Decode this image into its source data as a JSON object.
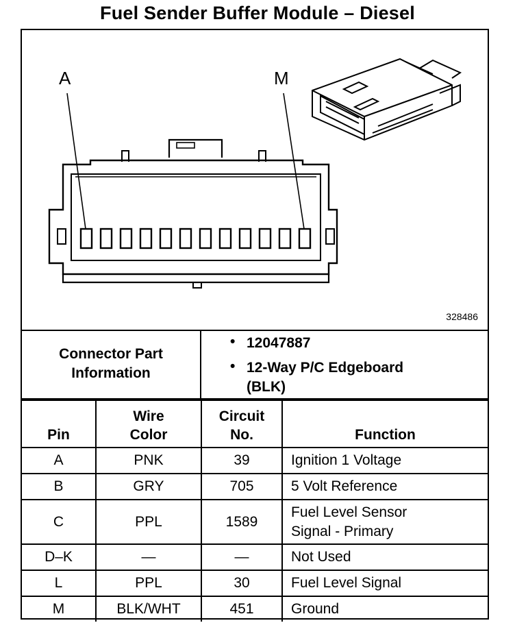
{
  "title": "Fuel Sender Buffer Module – Diesel",
  "diagram": {
    "pin_label_first": "A",
    "pin_label_last": "M",
    "figure_number": "328486",
    "pin_count": 12
  },
  "connector": {
    "label": "Connector Part Information",
    "bullet": "•",
    "items": [
      "12047887",
      "12-Way P/C Edgeboard (BLK)"
    ]
  },
  "table": {
    "headers": {
      "pin": "Pin",
      "wire_color": "Wire Color",
      "circuit": "Circuit No.",
      "function": "Function"
    },
    "rows": [
      {
        "pin": "A",
        "wire": "PNK",
        "circuit": "39",
        "function": "Ignition 1 Voltage"
      },
      {
        "pin": "B",
        "wire": "GRY",
        "circuit": "705",
        "function": "5 Volt Reference"
      },
      {
        "pin": "C",
        "wire": "PPL",
        "circuit": "1589",
        "function": "Fuel Level Sensor Signal - Primary"
      },
      {
        "pin": "D–K",
        "wire": "—",
        "circuit": "—",
        "function": "Not Used"
      },
      {
        "pin": "L",
        "wire": "PPL",
        "circuit": "30",
        "function": "Fuel Level Signal"
      },
      {
        "pin": "M",
        "wire": "BLK/WHT",
        "circuit": "451",
        "function": "Ground"
      }
    ]
  }
}
